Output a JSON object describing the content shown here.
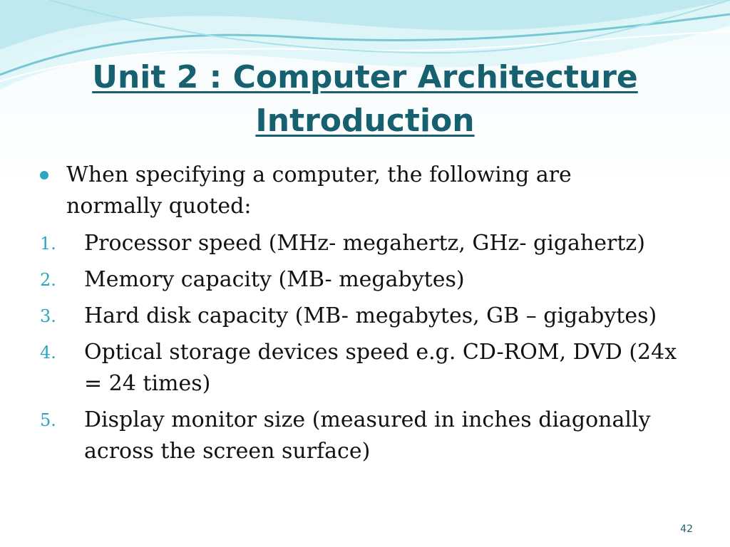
{
  "slide": {
    "title_line_1": "Unit 2 : Computer Architecture",
    "title_line_2": "Introduction",
    "bullet": "When specifying a computer, the following are normally quoted:",
    "items": [
      {
        "number": "1.",
        "text": "Processor speed (MHz- megahertz, GHz- gigahertz)"
      },
      {
        "number": "2.",
        "text": "Memory capacity (MB- megabytes)"
      },
      {
        "number": "3.",
        "text": "Hard disk capacity (MB- megabytes, GB – gigabytes)"
      },
      {
        "number": "4.",
        "text": "Optical storage devices speed e.g. CD-ROM, DVD (24x = 24 times)"
      },
      {
        "number": "5.",
        "text": "Display monitor size (measured in inches diagonally across the screen surface)"
      }
    ],
    "page_number": "42"
  },
  "colors": {
    "title": "#17606f",
    "accent": "#2ba6c0",
    "body_text": "#111111",
    "wave_light": "#bfe8ef",
    "wave_dark": "#79cbd7"
  }
}
